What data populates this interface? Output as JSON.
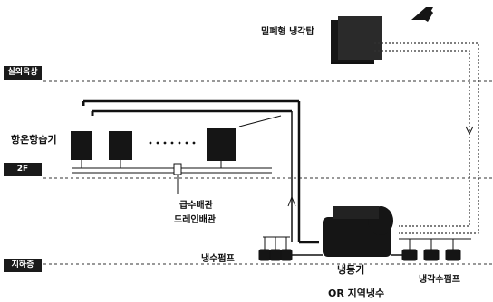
{
  "floors": {
    "rooftop": "실외옥상",
    "second": "2F",
    "basement": "지하층"
  },
  "labels": {
    "cooling_tower": "밀폐형 냉각탑",
    "humidifier": "항온항습기",
    "pipe_note_1": "급수배관",
    "pipe_note_2": "드레인배관",
    "chilled_pump": "냉수펌프",
    "chiller": "냉동기",
    "district_cooling": "OR 지역냉수",
    "cooling_pump": "냉각수펌프"
  },
  "colors": {
    "line": "#111111",
    "equipment": "#151515",
    "dash": "#333333",
    "tag_bg": "#1a1a1a"
  }
}
